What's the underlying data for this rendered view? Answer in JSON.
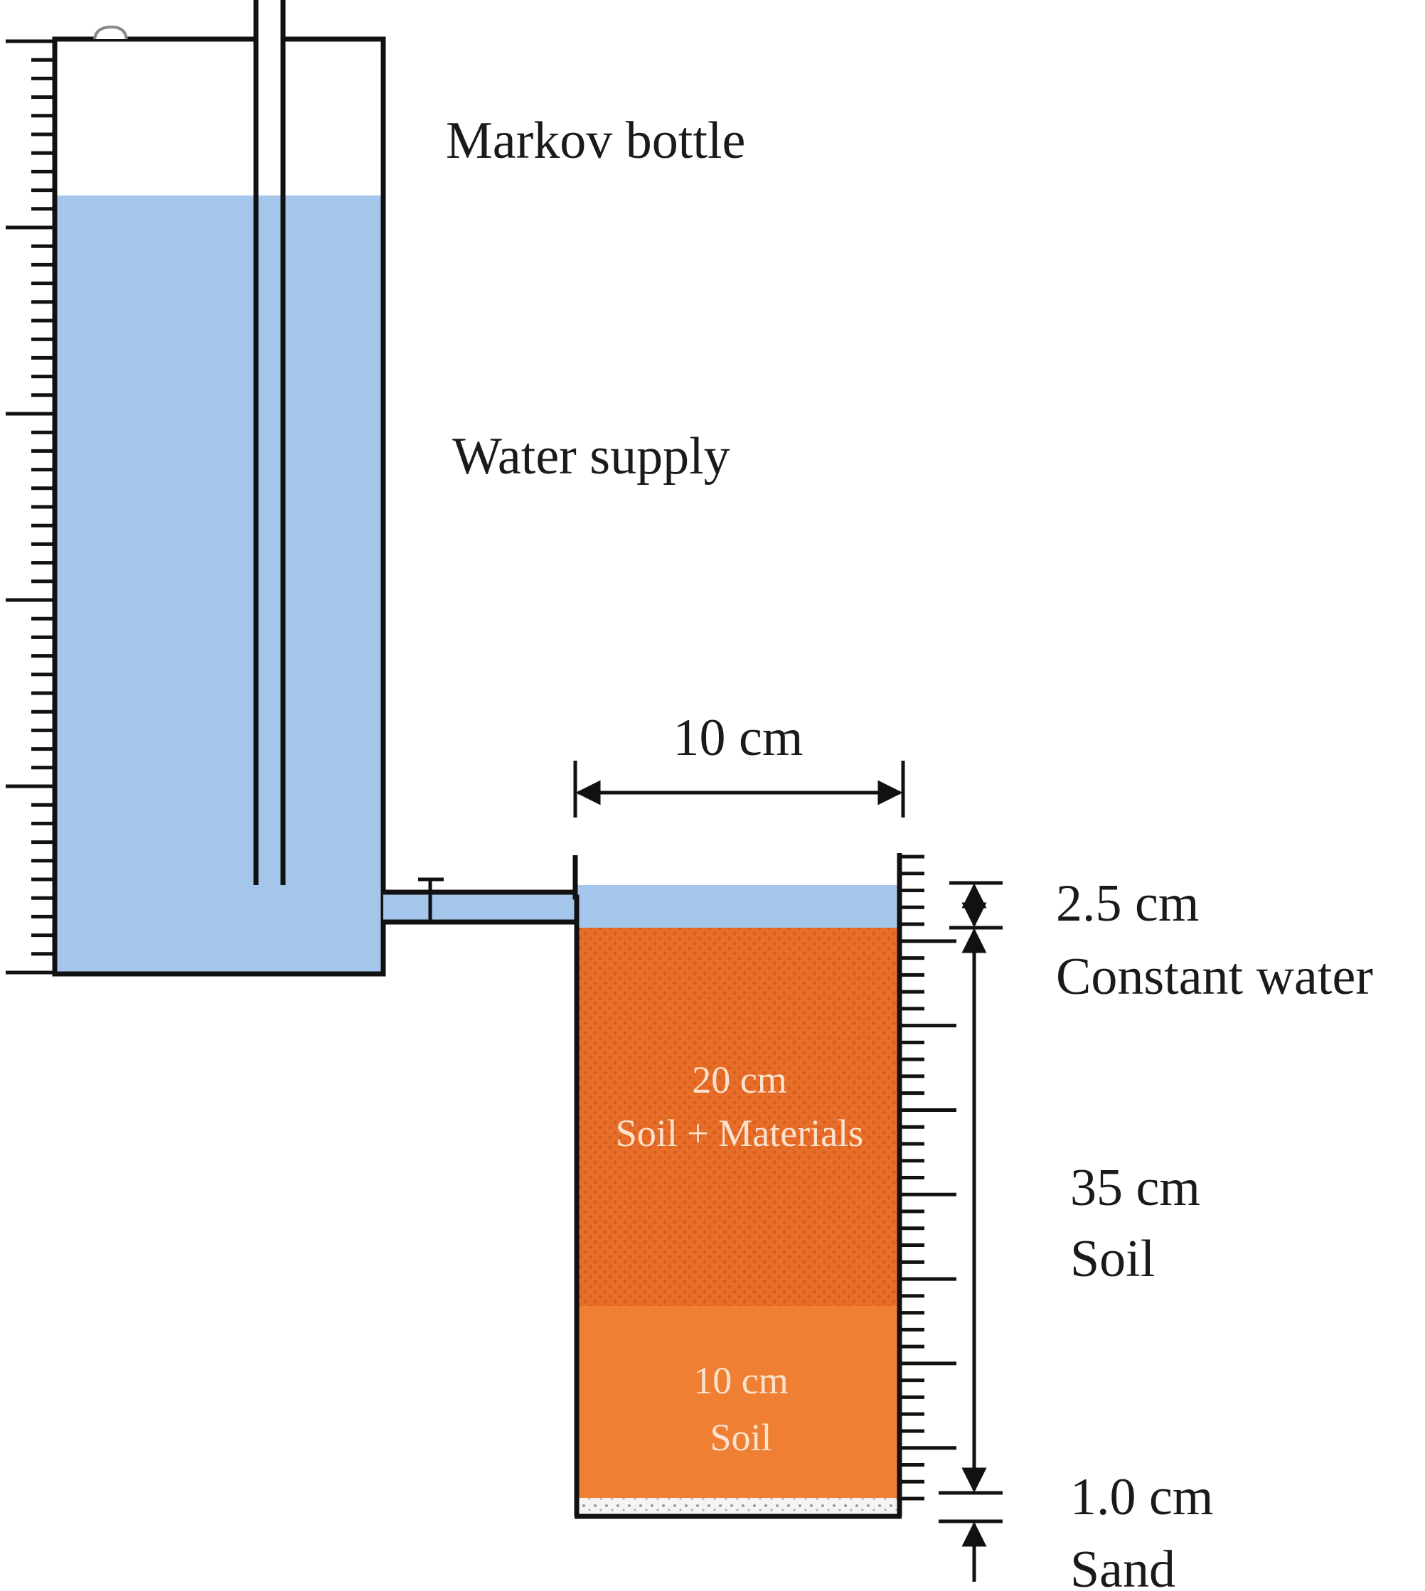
{
  "colors": {
    "water": "#a3c6ea",
    "soil_dark": "#e86f2a",
    "soil_light": "#ee7f33",
    "sand": "#f4f4f4",
    "line": "#111111",
    "text": "#1a1a1a",
    "inner_text": "#fbe3cf"
  },
  "labels": {
    "markov_bottle": "Markov bottle",
    "water_supply": "Water supply",
    "column_width": "10 cm",
    "water_depth": "2.5 cm",
    "constant_water": "Constant water",
    "top_layer_depth": "20 cm",
    "top_layer_name": "Soil + Materials",
    "bottom_layer_depth": "10 cm",
    "bottom_layer_name": "Soil",
    "soil_depth": "35 cm",
    "soil_name": "Soil",
    "sand_depth": "1.0 cm",
    "sand_name": "Sand"
  }
}
